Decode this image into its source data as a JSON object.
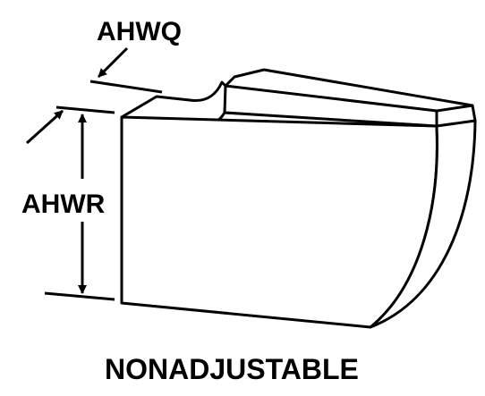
{
  "labels": {
    "thickness": "AHWQ",
    "height": "AHWR",
    "caption": "NONADJUSTABLE"
  },
  "colors": {
    "ink": "#000000",
    "paper": "#ffffff"
  }
}
